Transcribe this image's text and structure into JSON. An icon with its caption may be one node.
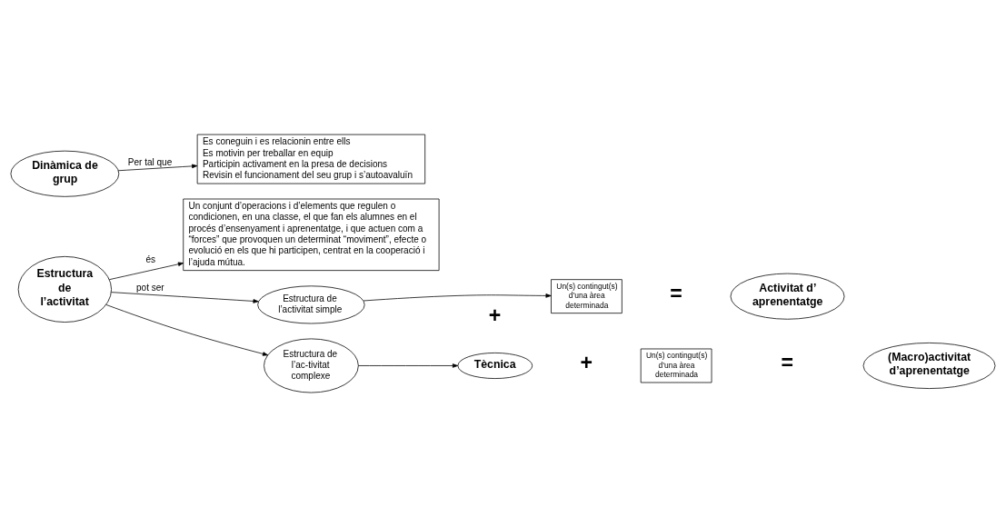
{
  "diagram": {
    "nodes": [
      {
        "text": [
          "Dinàmica de grup"
        ]
      },
      {
        "text": [
          "Es coneguin i es relacionin entre ells",
          "Es motivin per treballar en equip",
          "Participin activament en la presa de decisions",
          "Revisin el funcionament del seu grup i s’autoavaluïn"
        ]
      },
      {
        "text": [
          "Estructura de l’activitat"
        ]
      },
      {
        "text": [
          "Un conjunt d’operacions i d’elements que regulen o condicionen, en una classe, el que fan els alumnes en el procés d’ensenyament i aprenentatge, i que actuen com a “forces” que provoquen un determinat “moviment”, efecte o evolució en els que hi participen, centrat en la cooperació i l’ajuda mútua."
        ]
      },
      {
        "text": [
          "Estructura de l’activitat simple"
        ]
      },
      {
        "text": [
          "Un(s) contingut(s) d’una àrea determinada"
        ]
      },
      {
        "text": [
          "Activitat d’aprenentatge"
        ]
      },
      {
        "text": [
          "Estructura de l’ac-tivitat complexe"
        ]
      },
      {
        "text": [
          "Tècnica"
        ]
      },
      {
        "text": [
          "Un(s) contingut(s) d’una àrea determinada"
        ]
      },
      {
        "text": [
          "(Macro)activitat d’aprenentatge"
        ]
      }
    ],
    "edges": [
      {
        "from": 0,
        "to": 1,
        "arrow": "to",
        "label": "Per tal que"
      },
      {
        "from": 2,
        "to": 3,
        "arrow": "to",
        "label": "és"
      },
      {
        "from": 2,
        "to": 4,
        "arrow": "to",
        "label": "pot ser"
      },
      {
        "from": 2,
        "to": 7,
        "arrow": "to"
      },
      {
        "from": 4,
        "to": 5,
        "arrow": "to"
      },
      {
        "from": 7,
        "to": 8,
        "arrow": "to"
      }
    ],
    "labels": [
      "+",
      "=",
      "+",
      "="
    ]
  }
}
